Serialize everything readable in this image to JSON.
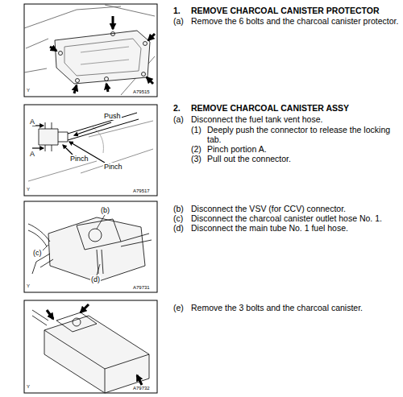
{
  "diagram": {
    "labels": [
      "Y",
      "A79515",
      "1.",
      "REMOVE CHARCOAL CANISTER PROTECTOR",
      "(a)",
      "Remove the 6 bolts and the charcoal canister protector.",
      "Push",
      "A",
      "A",
      "Pinch",
      "Pinch",
      "Y",
      "A79517",
      "2.",
      "REMOVE CHARCOAL CANISTER ASSY",
      "(a)",
      "Disconnect the fuel tank vent hose.",
      "(1)",
      "Deeply push the connector to release the locking tab.",
      "(2)",
      "Pinch portion A.",
      "(3)",
      "Pull out the connector.",
      "(b)",
      "(c)",
      "(d)",
      "Y",
      "A79731",
      "(b)",
      "Disconnect the VSV (for CCV) connector.",
      "(c)",
      "Disconnect the charcoal canister outlet hose No. 1.",
      "(d)",
      "Disconnect the main tube No. 1 fuel hose.",
      "Y",
      "A79732",
      "(e)",
      "Remove the 3 bolts and the charcoal canister."
    ]
  }
}
